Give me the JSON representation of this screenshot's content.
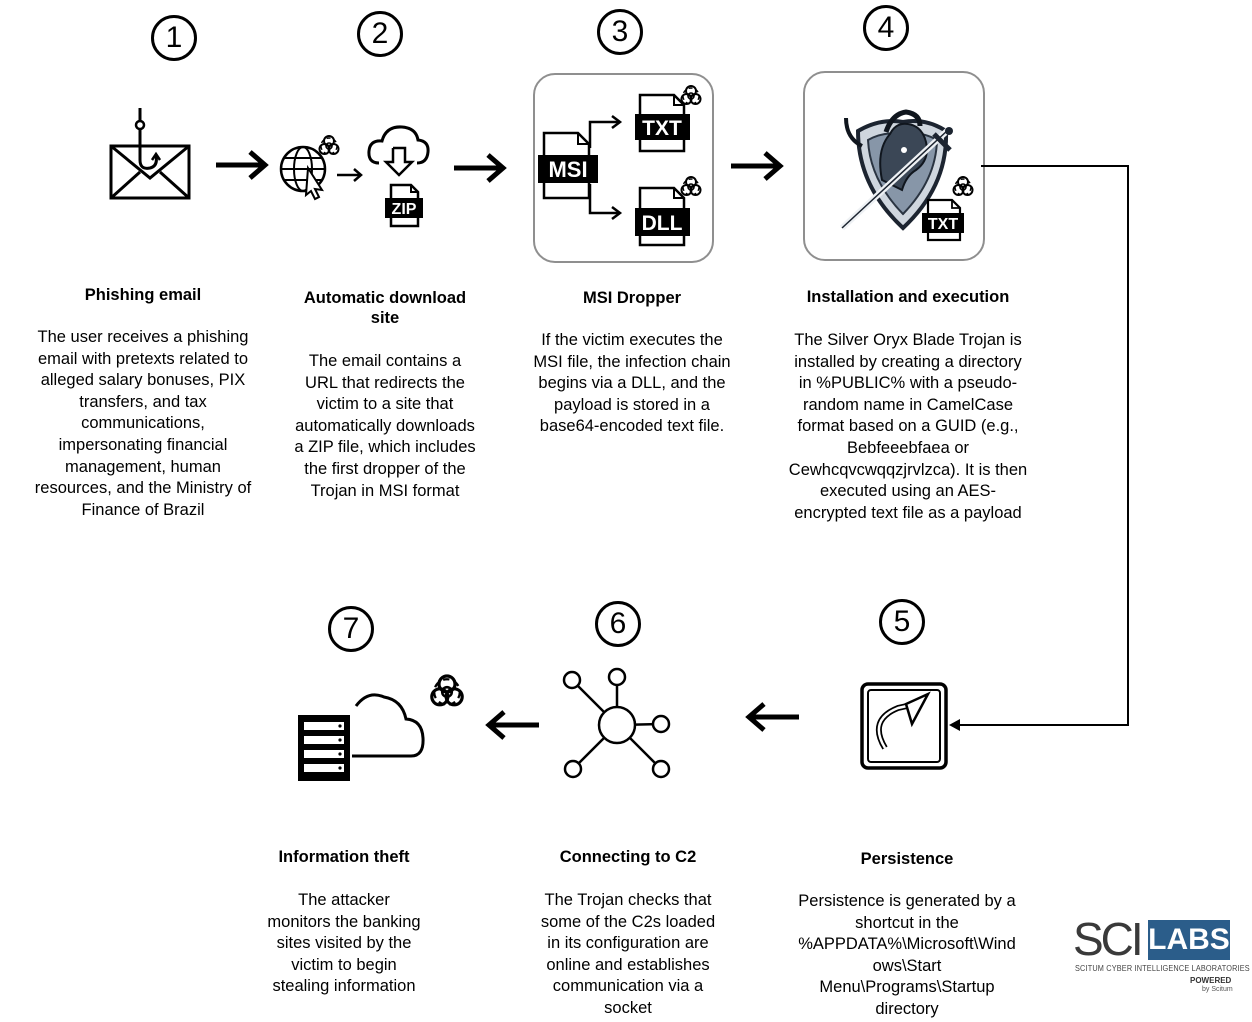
{
  "steps": [
    {
      "num": "1",
      "title": "Phishing email",
      "lines": [
        "The user receives a phishing",
        "email with pretexts related to",
        "alleged salary bonuses, PIX",
        "transfers, and tax",
        "communications,",
        "impersonating financial",
        "management, human",
        "resources, and the Ministry of",
        "Finance of Brazil"
      ]
    },
    {
      "num": "2",
      "title_lines": [
        "Automatic download",
        "site"
      ],
      "lines": [
        "The email contains a",
        "URL that redirects the",
        "victim to a site that",
        "automatically downloads",
        "a ZIP file, which includes",
        "the first dropper of the",
        "Trojan in MSI format"
      ]
    },
    {
      "num": "3",
      "title": "MSI Dropper",
      "lines": [
        "If the victim executes the",
        "MSI file, the infection chain",
        "begins via a DLL, and the",
        "payload is stored in a",
        "base64-encoded text file."
      ]
    },
    {
      "num": "4",
      "title": "Installation and execution",
      "lines": [
        "The Silver Oryx Blade Trojan is",
        "installed by creating a directory",
        "in %PUBLIC% with a pseudo-",
        "random name in CamelCase",
        "format based on a GUID (e.g.,",
        "Bebfeeebfaea or",
        "Cewhcqvcwqqzjrvlzca). It is then",
        "executed using an AES-",
        "encrypted text file as a payload"
      ]
    },
    {
      "num": "5",
      "title": "Persistence",
      "lines": [
        "Persistence is generated by a",
        "shortcut in the",
        "%APPDATA%\\Microsoft\\Wind",
        "ows\\Start",
        "Menu\\Programs\\Startup",
        "directory"
      ]
    },
    {
      "num": "6",
      "title": "Connecting to C2",
      "lines": [
        "The Trojan checks that",
        "some of the C2s loaded",
        "in its configuration are",
        "online and establishes",
        "communication via a",
        "socket"
      ]
    },
    {
      "num": "7",
      "title": "Information theft",
      "lines": [
        "The attacker",
        "monitors the banking",
        "sites visited by the",
        "victim to begin",
        "stealing information"
      ]
    }
  ],
  "file_labels": {
    "zip": "ZIP",
    "msi": "MSI",
    "txt": "TXT",
    "dll": "DLL"
  },
  "icons": [
    "envelope-hook-icon",
    "globe-cursor-icon",
    "cloud-download-icon",
    "zip-file-icon",
    "msi-file-icon",
    "txt-file-icon",
    "dll-file-icon",
    "trojan-horse-shield-icon",
    "shortcut-icon",
    "network-hub-icon",
    "server-cloud-icon",
    "biohazard-icon"
  ],
  "logo": {
    "sci": "SCI",
    "labs": "LABS",
    "subtitle": "SCITUM CYBER INTELLIGENCE LABORATORIES",
    "powered": "POWERED",
    "by": "by Scitum"
  },
  "colors": {
    "ink": "#000000",
    "box_border": "#8f8f8f",
    "logo_blue": "#2b5d8a"
  }
}
